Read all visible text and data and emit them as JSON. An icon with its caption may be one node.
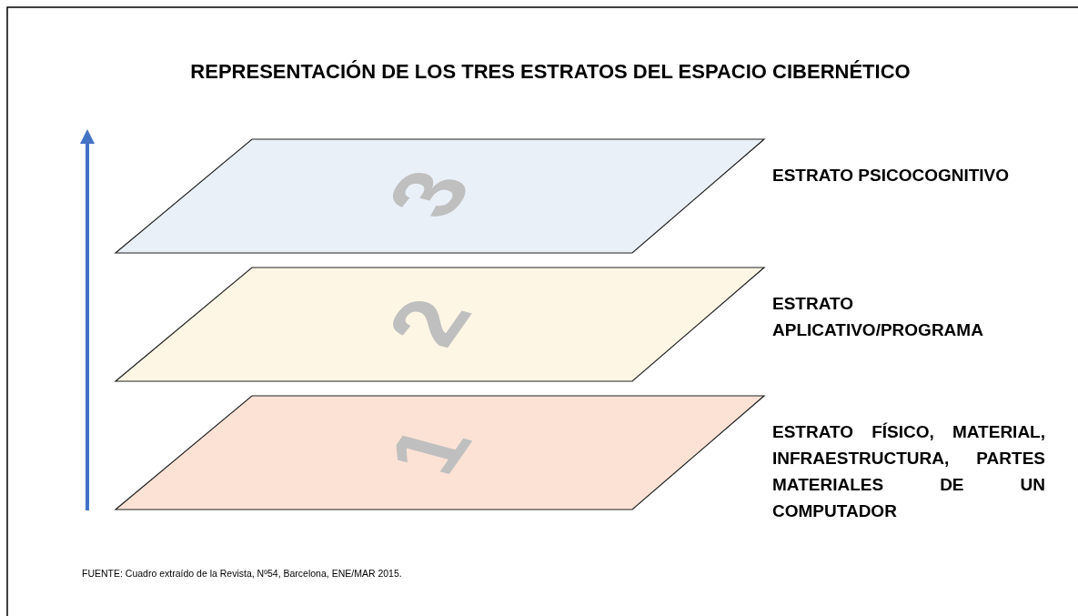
{
  "diagram": {
    "title": "REPRESENTACIÓN DE LOS TRES ESTRATOS DEL ESPACIO CIBERNÉTICO",
    "nodes": [
      {
        "text": [
          "3"
        ],
        "beside": [
          "ESTRATO PSICOCOGNITIVO"
        ]
      },
      {
        "text": [
          "2"
        ],
        "beside": [
          "ESTRATO APLICATIVO/PROGRAMA"
        ]
      },
      {
        "text": [
          "1"
        ],
        "beside": [
          "ESTRATO FÍSICO, MATERIAL, INFRAESTRUCTURA, PARTES MATERIALES DE UN COMPUTADOR"
        ]
      }
    ],
    "labels": [
      "FUENTE: Cuadro extraído de la Revista, Nº54, Barcelona, ENE/MAR 2015."
    ]
  }
}
